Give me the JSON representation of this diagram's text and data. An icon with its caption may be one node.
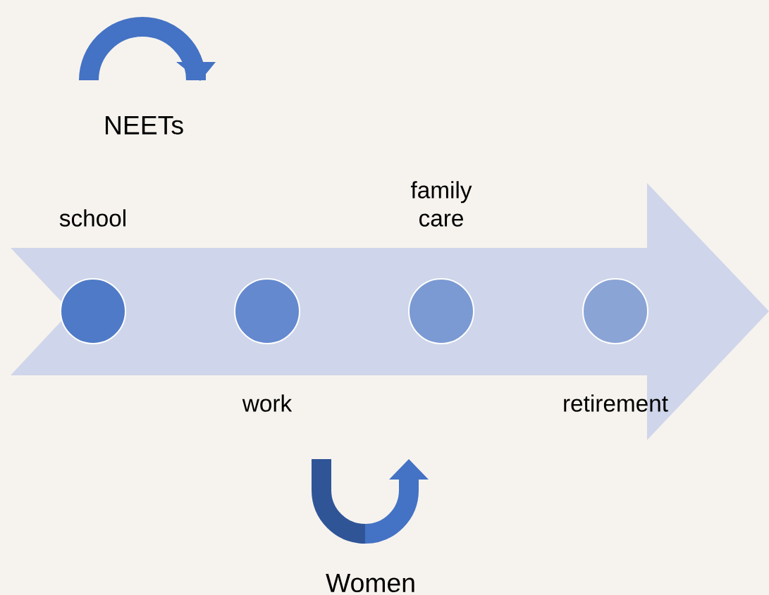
{
  "diagram": {
    "nodes": [
      {
        "text": [],
        "shape": "circle",
        "beside": [
          "school"
        ]
      },
      {
        "text": [],
        "shape": "circle",
        "beside": [
          "work"
        ]
      },
      {
        "text": [],
        "shape": "circle",
        "beside": [
          "family care"
        ]
      },
      {
        "text": [],
        "shape": "circle",
        "beside": [
          "retirement"
        ]
      }
    ],
    "labels": [
      "NEETs",
      "Women"
    ]
  }
}
